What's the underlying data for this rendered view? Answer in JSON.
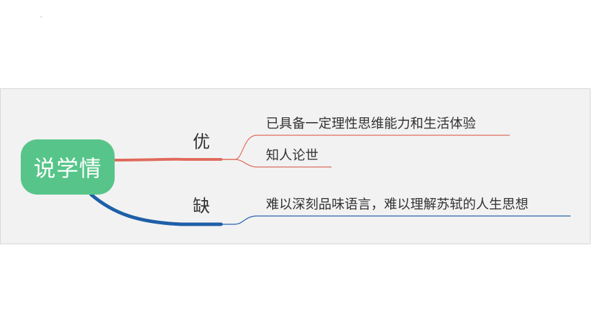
{
  "root": {
    "label": "说学情",
    "color": "#57c58a"
  },
  "branches": [
    {
      "label": "优",
      "color": "#e06a5c",
      "leaves": [
        "已具备一定理性思维能力和生活体验",
        "知人论世"
      ]
    },
    {
      "label": "缺",
      "color": "#1f5fa8",
      "leaves": [
        "难以深刻品味语言，难以理解苏轼的人生思想"
      ]
    }
  ]
}
